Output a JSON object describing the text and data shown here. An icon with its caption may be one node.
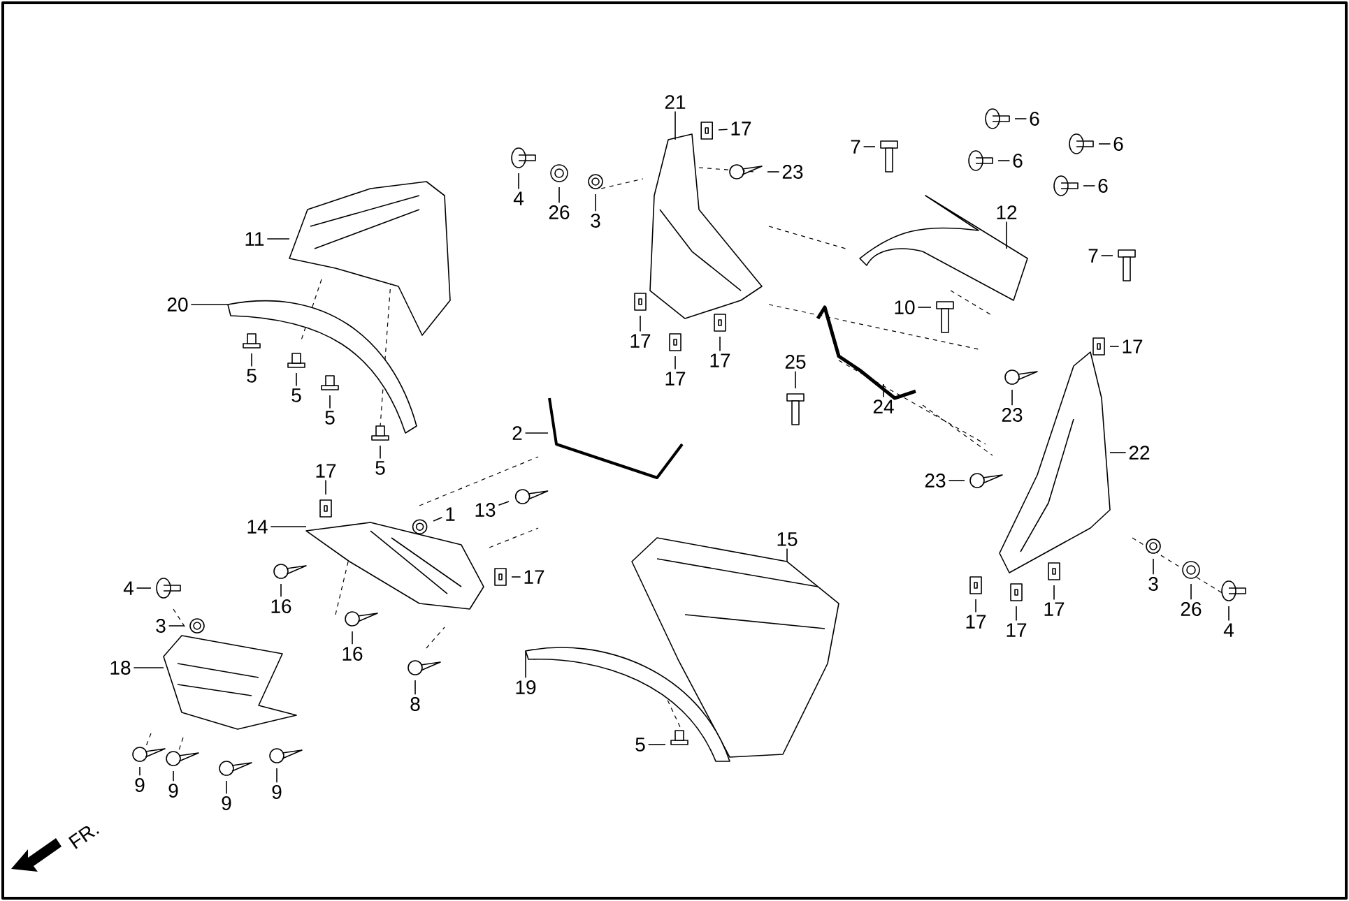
{
  "diagram": {
    "nodes": [
      {
        "text": [
          "21"
        ]
      },
      {
        "text": [
          "17"
        ]
      },
      {
        "text": [
          "4"
        ]
      },
      {
        "text": [
          "26"
        ]
      },
      {
        "text": [
          "3"
        ]
      },
      {
        "text": [
          "23"
        ]
      },
      {
        "text": [
          "7"
        ]
      },
      {
        "text": [
          "6"
        ]
      },
      {
        "text": [
          "6"
        ]
      },
      {
        "text": [
          "6"
        ]
      },
      {
        "text": [
          "6"
        ]
      },
      {
        "text": [
          "12"
        ]
      },
      {
        "text": [
          "7"
        ]
      },
      {
        "text": [
          "11"
        ]
      },
      {
        "text": [
          "20"
        ]
      },
      {
        "text": [
          "10"
        ]
      },
      {
        "text": [
          "17"
        ]
      },
      {
        "text": [
          "17"
        ]
      },
      {
        "text": [
          "17"
        ]
      },
      {
        "text": [
          "17"
        ]
      },
      {
        "text": [
          "5"
        ]
      },
      {
        "text": [
          "5"
        ]
      },
      {
        "text": [
          "5"
        ]
      },
      {
        "text": [
          "5"
        ]
      },
      {
        "text": [
          "25"
        ]
      },
      {
        "text": [
          "24"
        ]
      },
      {
        "text": [
          "23"
        ]
      },
      {
        "text": [
          "2"
        ]
      },
      {
        "text": [
          "22"
        ]
      },
      {
        "text": [
          "23"
        ]
      },
      {
        "text": [
          "17"
        ]
      },
      {
        "text": [
          "13"
        ]
      },
      {
        "text": [
          "1"
        ]
      },
      {
        "text": [
          "14"
        ]
      },
      {
        "text": [
          "15"
        ]
      },
      {
        "text": [
          "4"
        ]
      },
      {
        "text": [
          "3"
        ]
      },
      {
        "text": [
          "16"
        ]
      },
      {
        "text": [
          "17"
        ]
      },
      {
        "text": [
          "18"
        ]
      },
      {
        "text": [
          "16"
        ]
      },
      {
        "text": [
          "19"
        ]
      },
      {
        "text": [
          "8"
        ]
      },
      {
        "text": [
          "3"
        ]
      },
      {
        "text": [
          "26"
        ]
      },
      {
        "text": [
          "4"
        ]
      },
      {
        "text": [
          "17"
        ]
      },
      {
        "text": [
          "17"
        ]
      },
      {
        "text": [
          "17"
        ]
      },
      {
        "text": [
          "5"
        ]
      },
      {
        "text": [
          "9"
        ]
      },
      {
        "text": [
          "9"
        ]
      },
      {
        "text": [
          "9"
        ]
      },
      {
        "text": [
          "9"
        ]
      },
      {
        "text": [],
        "shape": "picture"
      },
      {
        "text": [],
        "shape": "picture"
      },
      {
        "text": [],
        "shape": "picture"
      },
      {
        "text": [],
        "shape": "picture"
      },
      {
        "text": [],
        "shape": "picture"
      },
      {
        "text": [],
        "shape": "picture"
      },
      {
        "text": [],
        "shape": "picture"
      },
      {
        "text": [],
        "shape": "picture"
      },
      {
        "text": [],
        "shape": "picture"
      },
      {
        "text": [],
        "shape": "picture"
      },
      {
        "text": [],
        "shape": "picture"
      }
    ],
    "edges": [
      {
        "from": 0,
        "to": 56,
        "arrow": "none"
      },
      {
        "from": 1,
        "to": null,
        "arrow": "none"
      },
      {
        "from": 2,
        "to": null,
        "arrow": "none"
      },
      {
        "from": 3,
        "to": null,
        "arrow": "none"
      },
      {
        "from": 4,
        "to": null,
        "arrow": "none"
      },
      {
        "from": 5,
        "to": null,
        "arrow": "none"
      },
      {
        "from": 6,
        "to": null,
        "arrow": "none"
      },
      {
        "from": 7,
        "to": null,
        "arrow": "none"
      },
      {
        "from": 8,
        "to": null,
        "arrow": "none"
      },
      {
        "from": 9,
        "to": null,
        "arrow": "none"
      },
      {
        "from": 10,
        "to": null,
        "arrow": "none"
      },
      {
        "from": 11,
        "to": 57,
        "arrow": "none"
      },
      {
        "from": 12,
        "to": null,
        "arrow": "none"
      },
      {
        "from": 13,
        "to": 54,
        "arrow": "none"
      },
      {
        "from": 14,
        "to": 55,
        "arrow": "none"
      },
      {
        "from": 15,
        "to": null,
        "arrow": "none"
      },
      {
        "from": 16,
        "to": null,
        "arrow": "none"
      },
      {
        "from": 17,
        "to": null,
        "arrow": "none"
      },
      {
        "from": 18,
        "to": null,
        "arrow": "none"
      },
      {
        "from": 19,
        "to": null,
        "arrow": "none"
      },
      {
        "from": 20,
        "to": null,
        "arrow": "none"
      },
      {
        "from": 21,
        "to": null,
        "arrow": "none"
      },
      {
        "from": 22,
        "to": null,
        "arrow": "none"
      },
      {
        "from": 23,
        "to": null,
        "arrow": "none"
      },
      {
        "from": 24,
        "to": null,
        "arrow": "none"
      },
      {
        "from": 25,
        "to": 58,
        "arrow": "none"
      },
      {
        "from": 26,
        "to": null,
        "arrow": "none"
      },
      {
        "from": 27,
        "to": 59,
        "arrow": "none"
      },
      {
        "from": 28,
        "to": 60,
        "arrow": "none"
      },
      {
        "from": 29,
        "to": null,
        "arrow": "none"
      },
      {
        "from": 30,
        "to": null,
        "arrow": "none"
      },
      {
        "from": 31,
        "to": null,
        "arrow": "none"
      },
      {
        "from": 32,
        "to": null,
        "arrow": "none"
      },
      {
        "from": 33,
        "to": 61,
        "arrow": "none"
      },
      {
        "from": 34,
        "to": 62,
        "arrow": "none"
      },
      {
        "from": 35,
        "to": null,
        "arrow": "none"
      },
      {
        "from": 36,
        "to": null,
        "arrow": "none"
      },
      {
        "from": 37,
        "to": null,
        "arrow": "none"
      },
      {
        "from": 38,
        "to": null,
        "arrow": "none"
      },
      {
        "from": 39,
        "to": 64,
        "arrow": "none"
      },
      {
        "from": 40,
        "to": null,
        "arrow": "none"
      },
      {
        "from": 41,
        "to": 63,
        "arrow": "none"
      },
      {
        "from": 42,
        "to": null,
        "arrow": "none"
      },
      {
        "from": 43,
        "to": null,
        "arrow": "none"
      },
      {
        "from": 44,
        "to": null,
        "arrow": "none"
      },
      {
        "from": 45,
        "to": null,
        "arrow": "none"
      },
      {
        "from": 46,
        "to": null,
        "arrow": "none"
      },
      {
        "from": 47,
        "to": null,
        "arrow": "none"
      },
      {
        "from": 48,
        "to": null,
        "arrow": "none"
      },
      {
        "from": 49,
        "to": null,
        "arrow": "none"
      },
      {
        "from": 50,
        "to": null,
        "arrow": "none"
      },
      {
        "from": 51,
        "to": null,
        "arrow": "none"
      },
      {
        "from": 52,
        "to": null,
        "arrow": "none"
      },
      {
        "from": 53,
        "to": null,
        "arrow": "none"
      }
    ],
    "labels": [
      "FR."
    ]
  }
}
